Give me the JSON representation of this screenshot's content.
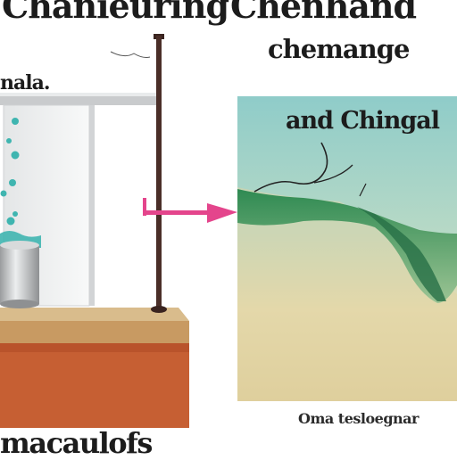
{
  "texts": {
    "title_left": "Chanieuring",
    "title_right": "Chenhand",
    "subtitle_right": "chemange",
    "label_top_left": "nala.",
    "panel_label": "and Chingal",
    "caption_right": "Oma tesloegnar",
    "caption_left": "macaulofs"
  },
  "colors": {
    "wood_top": "#d3b483",
    "wood_front": "#c96a3b",
    "panel_sky": "#8fccc9",
    "panel_ground": "#dfcf9e",
    "grass": "#4a9a5e",
    "arrow": "#e4458c",
    "droplet": "#3fb5b0"
  }
}
